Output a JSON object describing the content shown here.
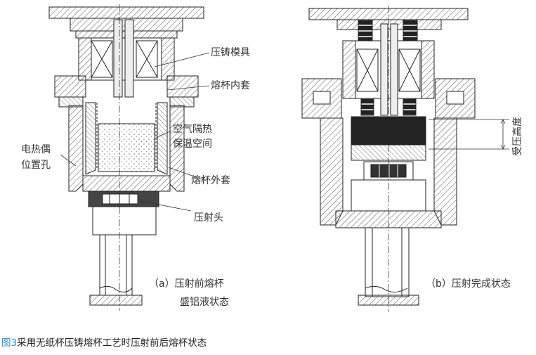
{
  "figure": {
    "labels": {
      "die_mold": "压铸模具",
      "shot_sleeve_inner": "熔杯内套",
      "air_gap_line1": "空气隔热",
      "air_gap_line2": "保温空间",
      "thermocouple_line1": "电热偶",
      "thermocouple_line2": "位置孔",
      "shot_sleeve_outer": "熔杯外套",
      "plunger": "压射头",
      "compression_height": "受压高度"
    },
    "panel_a_caption_line1": "（a）压射前熔杯",
    "panel_a_caption_line2": "盛铝液状态",
    "panel_b_caption": "（b）压射完成状态"
  },
  "caption": {
    "figure_number": "图3",
    "text": "采用无纸杯压铸熔杯工艺时压射前后熔杯状态"
  },
  "colors": {
    "accent": "#2a8bd3",
    "line": "#222222",
    "hatch": "#555555",
    "text": "#333333"
  }
}
